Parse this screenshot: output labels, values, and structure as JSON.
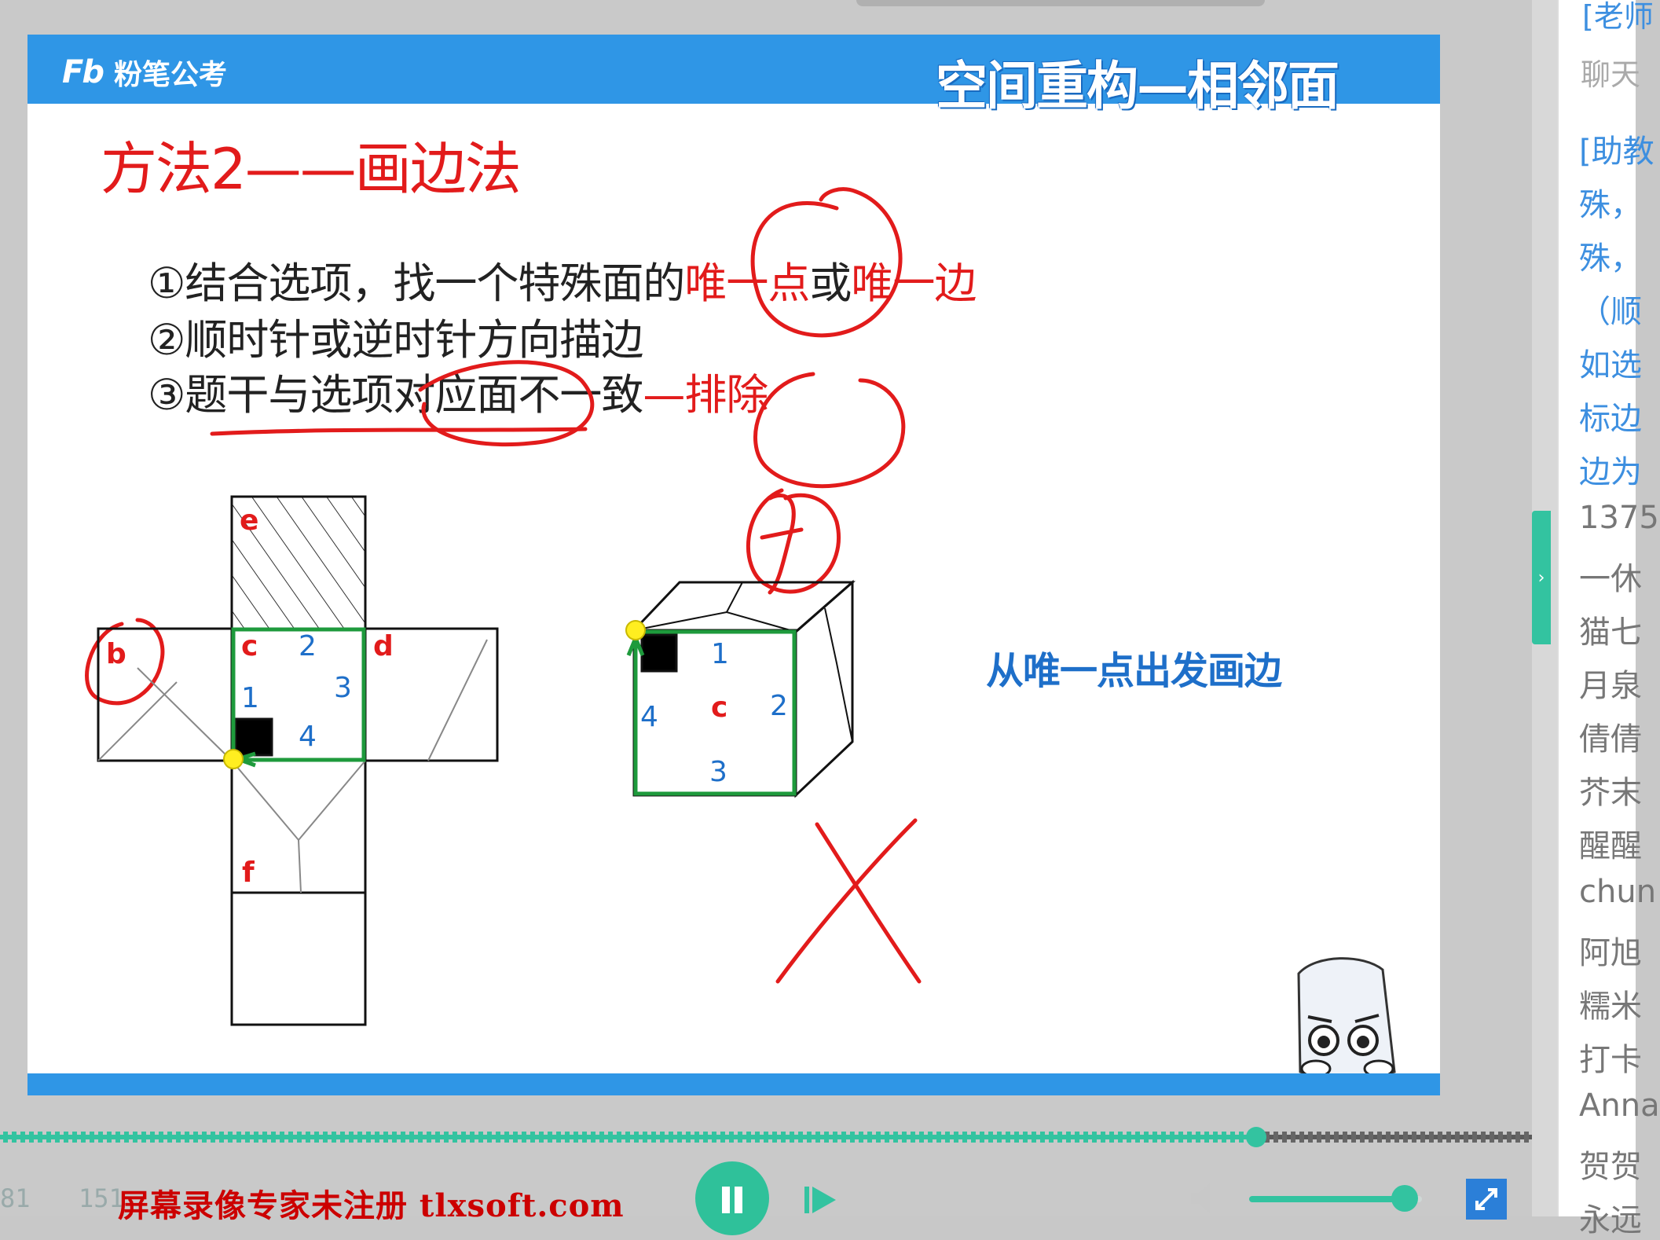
{
  "slide": {
    "brand_mark": "Fb",
    "brand_name": "粉笔公考",
    "title": "空间重构—相邻面",
    "method_title": "方法2——画边法",
    "steps": {
      "s1_prefix": "①结合选项，找一个特殊面的",
      "s1_red1": "唯一点",
      "s1_mid": "或",
      "s1_red2": "唯一边",
      "s2": "②顺时针或逆时针方向描边",
      "s3_prefix": "③题干与选项对应面不一致",
      "s3_red": "—排除"
    },
    "annotation": "从唯一点出发画边",
    "net_labels": {
      "e": "e",
      "b": "b",
      "c": "c",
      "d": "d",
      "f": "f",
      "n1": "1",
      "n2": "2",
      "n3": "3",
      "n4": "4"
    },
    "cube_labels": {
      "c": "c",
      "n1": "1",
      "n2": "2",
      "n3": "3",
      "n4": "4"
    },
    "handwritten": {
      "f_circle": "f"
    }
  },
  "chat": {
    "top_partial": "[老师",
    "label": "聊天",
    "lines": [
      {
        "text": "[助教",
        "color": "blue"
      },
      {
        "text": "殊，",
        "color": "blue"
      },
      {
        "text": "殊，",
        "color": "blue"
      },
      {
        "text": "（顺",
        "color": "blue"
      },
      {
        "text": "如选",
        "color": "blue"
      },
      {
        "text": "标边",
        "color": "blue"
      },
      {
        "text": "边为",
        "color": "blue"
      },
      {
        "text": "1375",
        "color": "gray"
      },
      {
        "text": "一休",
        "color": "gray"
      },
      {
        "text": "猫七",
        "color": "gray"
      },
      {
        "text": "月泉",
        "color": "gray"
      },
      {
        "text": "倩倩",
        "color": "gray"
      },
      {
        "text": "芥末",
        "color": "gray"
      },
      {
        "text": "醒醒",
        "color": "gray"
      },
      {
        "text": "chun",
        "color": "gray"
      },
      {
        "text": "阿旭",
        "color": "gray"
      },
      {
        "text": "糯米",
        "color": "gray"
      },
      {
        "text": "打卡",
        "color": "gray"
      },
      {
        "text": "Anna",
        "color": "gray"
      },
      {
        "text": "贺贺",
        "color": "gray"
      },
      {
        "text": "永远",
        "color": "gray"
      }
    ]
  },
  "player": {
    "time_current": "81",
    "time_total": "151",
    "progress": 0.82,
    "volume": 0.9,
    "watermark": "屏幕录像专家未注册 tlxsoft.com"
  },
  "colors": {
    "header_blue": "#2f96e6",
    "red": "#e21b1b",
    "green": "#1e9a3c",
    "accent_teal": "#33c3a0"
  }
}
